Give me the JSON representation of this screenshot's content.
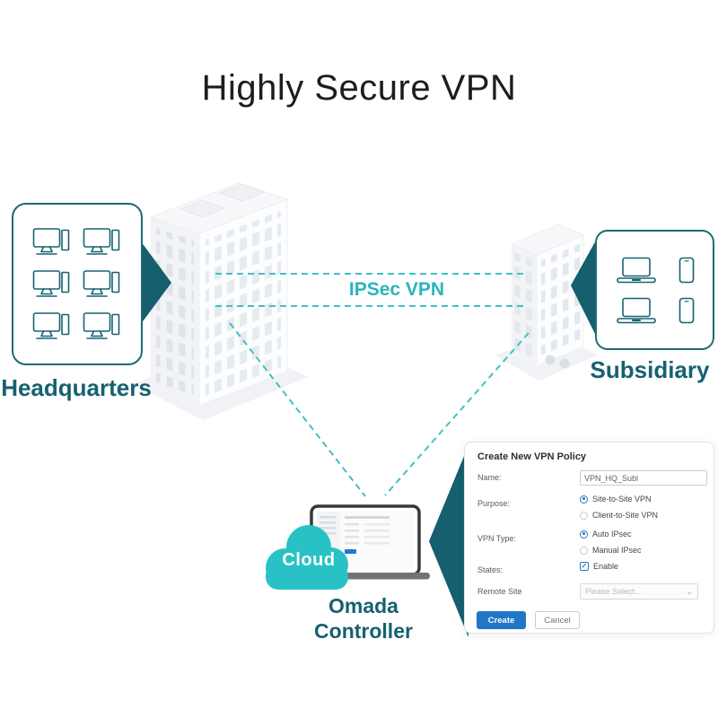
{
  "title": "Highly Secure VPN",
  "colors": {
    "dark_teal": "#16616f",
    "teal_accent": "#2bb9c0",
    "cloud_teal": "#28c2c6",
    "blue": "#2079c9"
  },
  "headquarters": {
    "label": "Headquarters",
    "device_icons": [
      "desktop-icon",
      "desktop-icon",
      "desktop-icon",
      "desktop-icon",
      "desktop-icon",
      "desktop-icon"
    ]
  },
  "subsidiary": {
    "label": "Subsidiary",
    "device_icons": [
      "laptop-icon",
      "smartphone-icon",
      "laptop-icon",
      "smartphone-icon"
    ]
  },
  "vpn_link": {
    "label": "IPSec VPN"
  },
  "cloud": {
    "label": "Cloud"
  },
  "controller": {
    "line1": "Omada",
    "line2": "Controller"
  },
  "form": {
    "title": "Create New VPN Policy",
    "name_label": "Name:",
    "name_value": "VPN_HQ_Subl",
    "purpose_label": "Purpose:",
    "purpose_options": [
      "Site-to-Site VPN",
      "Client-to-Site VPN"
    ],
    "purpose_selected": "Site-to-Site VPN",
    "vpn_type_label": "VPN Type:",
    "vpn_type_options": [
      "Auto IPsec",
      "Manual IPsec"
    ],
    "vpn_type_selected": "Auto IPsec",
    "states_label": "States:",
    "states_checkbox": "Enable",
    "states_checked": true,
    "remote_site_label": "Remote Site",
    "remote_site_placeholder": "Please Select...",
    "create_button": "Create",
    "cancel_button": "Cancel"
  }
}
